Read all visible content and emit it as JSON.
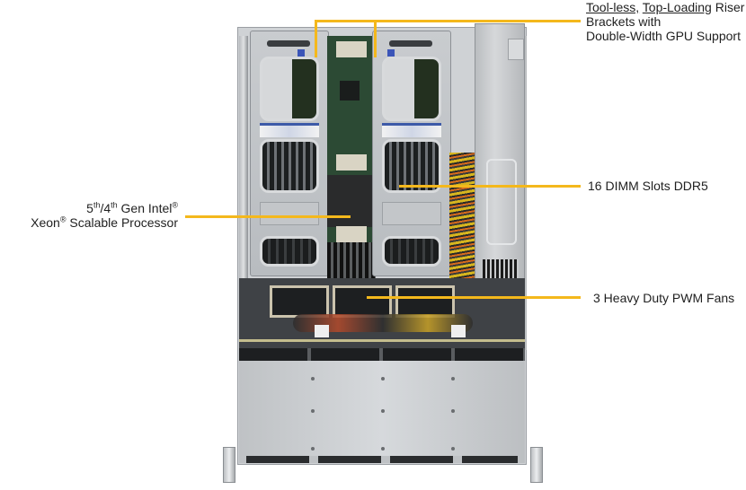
{
  "callouts": {
    "riser": {
      "line1_underlined_a": "Tool-less,",
      "line1_underlined_b": "Top-Loading",
      "line1_rest": "Riser",
      "line2": "Brackets with",
      "line3": "Double-Width GPU Support"
    },
    "processor": {
      "gen_a": "5",
      "gen_a_sup": "th",
      "gen_sep": "/4",
      "gen_b_sup": "th",
      "gen_rest": " Gen Intel",
      "reg1": "®",
      "xeon": "Xeon",
      "reg2": "®",
      "xeon_rest": " Scalable Processor"
    },
    "dimm": {
      "label": "16 DIMM Slots DDR5"
    },
    "fans": {
      "label": "3 Heavy Duty PWM Fans"
    }
  },
  "colors": {
    "callout_line": "#f4b81c",
    "label_text": "#1f1f1f",
    "chassis_metal": "#cfd2d5"
  },
  "image": {
    "subject": "server chassis top view",
    "riser_count": 2,
    "fan_count": 3,
    "front_bay_count": 4
  }
}
